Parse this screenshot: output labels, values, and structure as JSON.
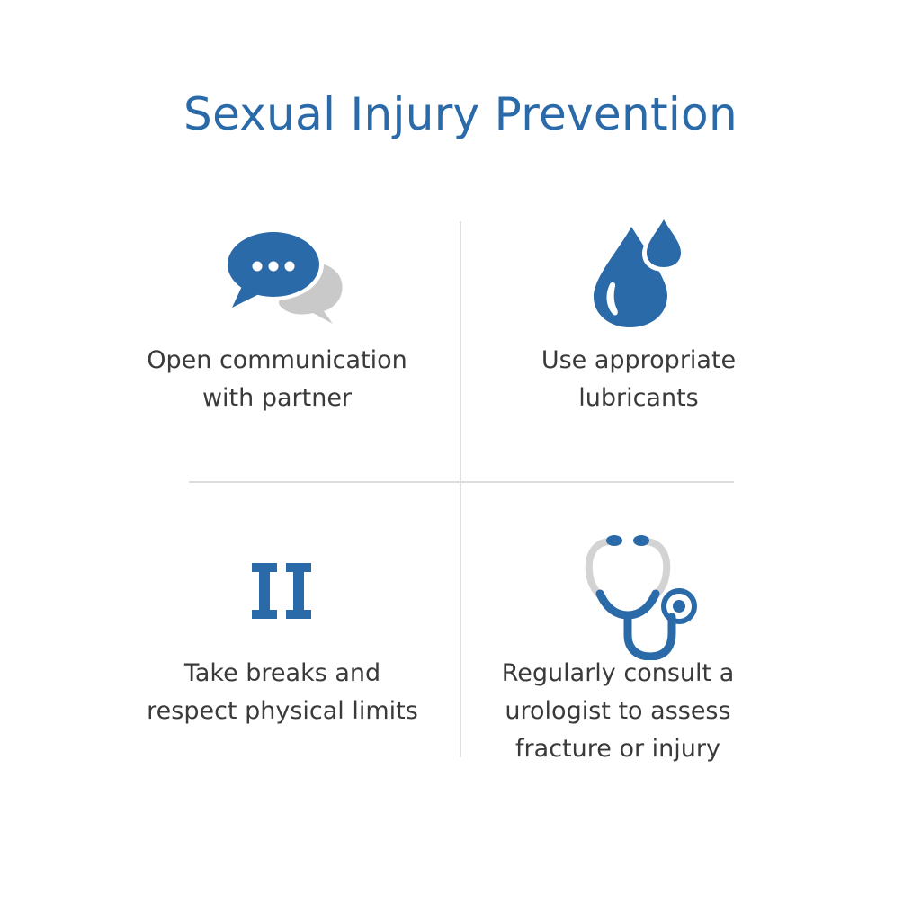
{
  "title": "Sexual Injury Prevention",
  "colors": {
    "accent": "#2a6aa8",
    "secondary_gray": "#c8c8c8",
    "text": "#3a3a3a",
    "divider": "#dddddd"
  },
  "items": [
    {
      "icon": "chat-bubbles-icon",
      "lines": [
        "Open communication",
        "with partner"
      ]
    },
    {
      "icon": "water-drops-icon",
      "lines": [
        "Use appropriate",
        "lubricants"
      ]
    },
    {
      "icon": "pause-icon",
      "lines": [
        "Take breaks and",
        "respect physical limits"
      ]
    },
    {
      "icon": "stethoscope-icon",
      "lines": [
        "Regularly consult a",
        "urologist to assess",
        "fracture or injury"
      ]
    }
  ]
}
